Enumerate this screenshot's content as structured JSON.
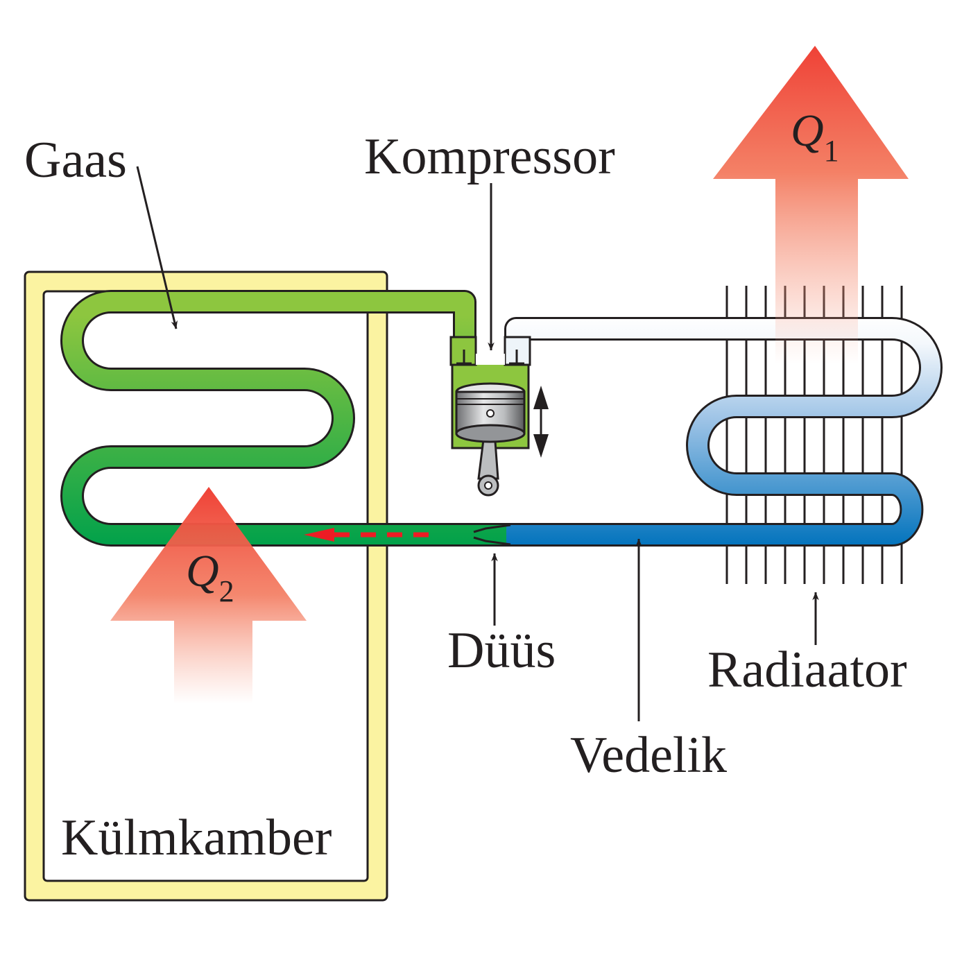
{
  "labels": {
    "gas": "Gaas",
    "compressor": "Kompressor",
    "heat_out": "Q",
    "heat_out_sub": "1",
    "heat_in": "Q",
    "heat_in_sub": "2",
    "nozzle": "Düüs",
    "radiator": "Radiaator",
    "liquid": "Vedelik",
    "chamber": "Külmkamber"
  },
  "colors": {
    "chamber_wall": "#fbf3a1",
    "gas_light": "#8dc63f",
    "gas_dark": "#00a14b",
    "liquid_light": "#ffffff",
    "liquid_dark": "#0072bc",
    "heat_arrow": "#ef4136",
    "flow_arrow": "#ed1c24",
    "outline": "#231f20"
  }
}
